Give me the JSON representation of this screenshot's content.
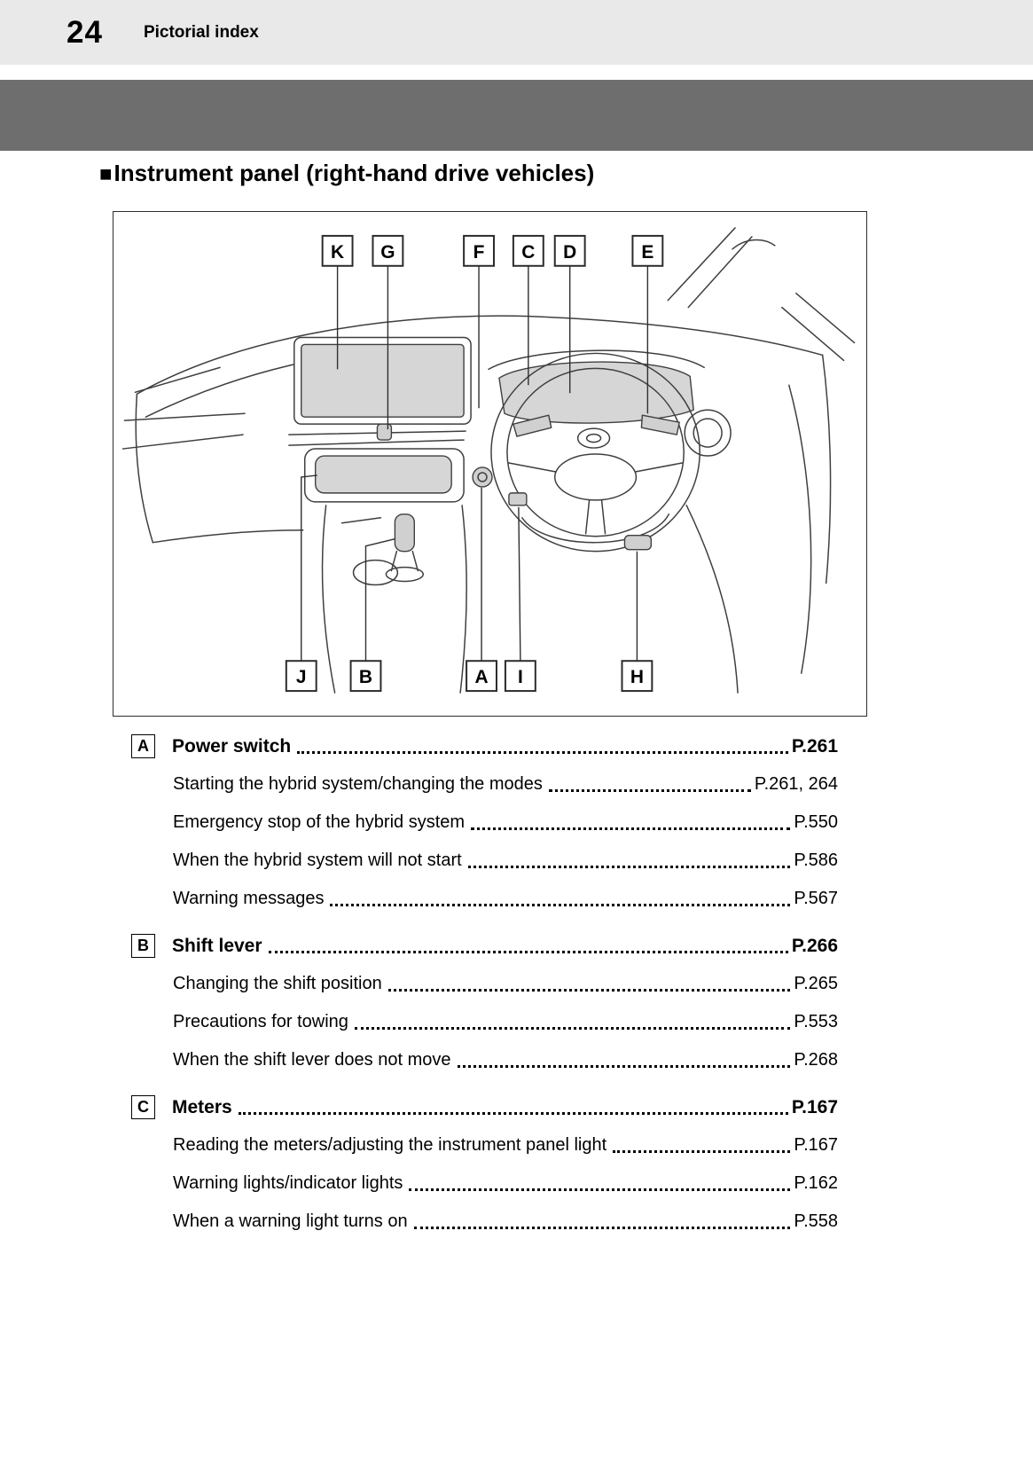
{
  "page": {
    "number": "24",
    "header": "Pictorial index"
  },
  "section": {
    "bullet": "■",
    "title": "Instrument panel (right-hand drive vehicles)"
  },
  "diagram": {
    "top_labels": [
      "K",
      "G",
      "F",
      "C",
      "D",
      "E"
    ],
    "bottom_labels": [
      "J",
      "B",
      "A",
      "I",
      "H"
    ]
  },
  "index": {
    "items": [
      {
        "letter": "A",
        "title": "Power switch",
        "page": "P.261",
        "subs": [
          {
            "text": "Starting the hybrid system/changing the modes",
            "page": "P.261, 264"
          },
          {
            "text": "Emergency stop of the hybrid system",
            "page": "P.550"
          },
          {
            "text": "When the hybrid system will not start",
            "page": "P.586"
          },
          {
            "text": "Warning messages",
            "page": "P.567"
          }
        ]
      },
      {
        "letter": "B",
        "title": "Shift lever",
        "page": "P.266",
        "subs": [
          {
            "text": "Changing the shift position",
            "page": "P.265"
          },
          {
            "text": "Precautions for towing",
            "page": "P.553"
          },
          {
            "text": "When the shift lever does not move",
            "page": "P.268"
          }
        ]
      },
      {
        "letter": "C",
        "title": "Meters",
        "page": "P.167",
        "subs": [
          {
            "text": "Reading the meters/adjusting the instrument panel light",
            "page": "P.167"
          },
          {
            "text": "Warning lights/indicator lights",
            "page": "P.162"
          },
          {
            "text": "When a warning light turns on",
            "page": "P.558"
          }
        ]
      }
    ]
  }
}
